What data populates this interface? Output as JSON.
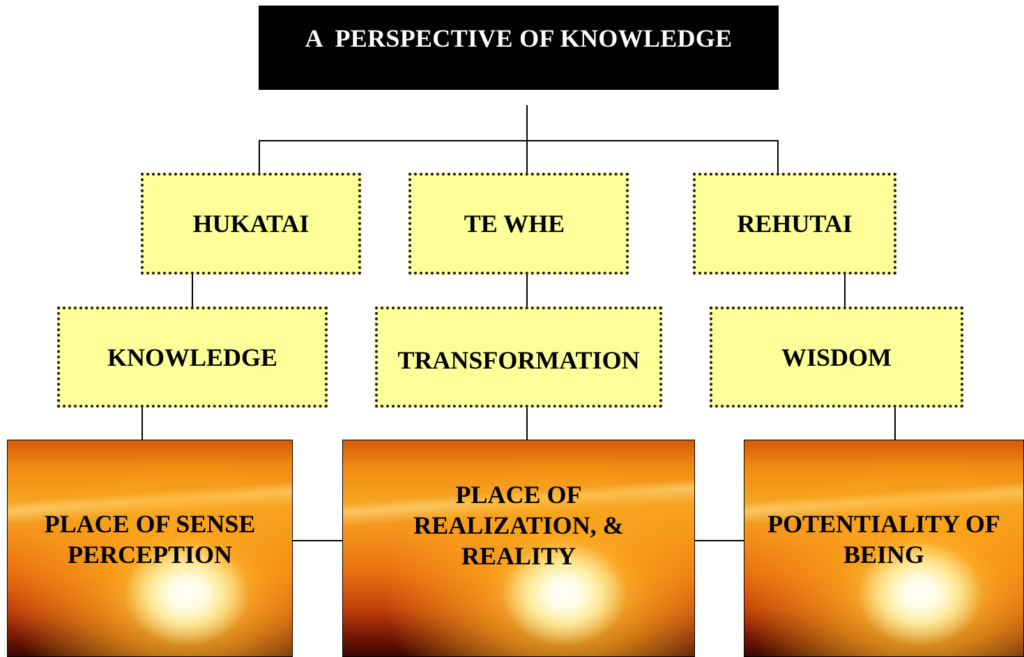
{
  "title": "A  PERSPECTIVE OF KNOWLEDGE",
  "level1": {
    "left": "HUKATAI",
    "center": "TE WHE",
    "right": "REHUTAI"
  },
  "level2": {
    "left": "KNOWLEDGE",
    "center": "TRANSFORMATION",
    "right": "WISDOM"
  },
  "level3": {
    "left": {
      "line1": "PLACE OF SENSE",
      "line2": "PERCEPTION"
    },
    "center": {
      "line1": "PLACE OF",
      "line2": "REALIZATION, &",
      "line3": "REALITY"
    },
    "right": {
      "line1": "POTENTIALITY OF",
      "line2": "BEING"
    }
  },
  "colors": {
    "title_background": "#000000",
    "title_text": "#ffffff",
    "node_fill": "#ffff99",
    "node_border": "#1a1a1a",
    "sunset_accent": "#f08a12"
  }
}
